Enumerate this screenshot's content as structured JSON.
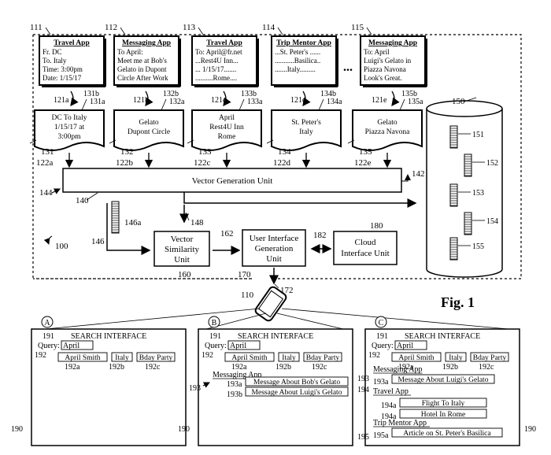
{
  "apps": [
    {
      "ref": "111",
      "title": "Travel App",
      "lines": [
        "Fr.        DC",
        "To.        Italy",
        "Time:    3:00pm",
        "Date:    1/15/17"
      ]
    },
    {
      "ref": "112",
      "title": "Messaging App",
      "lines": [
        "To April:",
        "Meet me at Bob's",
        "Gelato in Dupont",
        "Circle After Work"
      ]
    },
    {
      "ref": "113",
      "title": "Travel App",
      "lines": [
        "To: April@fr.net",
        "...Rest4U Inn...",
        "... 1/15/17.......",
        "..........Rome...."
      ]
    },
    {
      "ref": "114",
      "title": "Trip Mentor App",
      "lines": [
        "...St. Peter's ......",
        "...........Basilica..",
        ".......Italy........."
      ]
    },
    {
      "ref": "115",
      "title": "Messaging App",
      "lines": [
        "To: April",
        "Luigi's Gelato in",
        "Piazza Navona",
        "Look's Great."
      ]
    }
  ],
  "ellipsis": "...",
  "docs": [
    {
      "ref": "131",
      "lines": [
        "DC To Italy",
        "1/15/17 at",
        "3:00pm"
      ],
      "a": "121a",
      "b": "131b",
      "c": "131a",
      "arrow": "122a"
    },
    {
      "ref": "132",
      "lines": [
        "Gelato",
        "Dupont Circle"
      ],
      "a": "121b",
      "b": "132b",
      "c": "132a",
      "arrow": "122b"
    },
    {
      "ref": "133",
      "lines": [
        "April",
        "Rest4U Inn",
        "Rome"
      ],
      "a": "121c",
      "b": "133b",
      "c": "133a",
      "arrow": "122c"
    },
    {
      "ref": "134",
      "lines": [
        "St. Peter's",
        "Italy"
      ],
      "a": "121d",
      "b": "134b",
      "c": "134a",
      "arrow": "122d"
    },
    {
      "ref": "135",
      "lines": [
        "Gelato",
        "Piazza Navona"
      ],
      "a": "121e",
      "b": "135b",
      "c": "135a",
      "arrow": "122e"
    }
  ],
  "db": {
    "ref": "150",
    "vectors": [
      "151",
      "152",
      "153",
      "154",
      "155"
    ]
  },
  "vgu": {
    "label": "Vector Generation Unit",
    "ref": "140",
    "out": "142",
    "in": "144"
  },
  "vec146": {
    "ref": "146",
    "sub": "146a"
  },
  "vsu": {
    "lines": [
      "Vector",
      "Similarity",
      "Unit"
    ],
    "ref": "160"
  },
  "uigu": {
    "lines": [
      "User Interface",
      "Generation",
      "Unit"
    ],
    "ref": "170"
  },
  "ciu": {
    "lines": [
      "Cloud",
      "Interface Unit"
    ],
    "ref": "180"
  },
  "refs": {
    "r148": "148",
    "r162": "162",
    "r182": "182",
    "r172": "172",
    "r100": "100",
    "r110": "110"
  },
  "fig": "Fig. 1",
  "panels": [
    {
      "letter": "A",
      "ref": "190"
    },
    {
      "letter": "B",
      "ref": "190"
    },
    {
      "letter": "C",
      "ref": "190"
    }
  ],
  "search": {
    "title": "SEARCH INTERFACE",
    "query_label": "Query:",
    "query_value": "April",
    "r191": "191",
    "r192": "192",
    "r192a": "192a",
    "r192b": "192b",
    "r192c": "192c",
    "chips": [
      "April Smith",
      "Italy",
      "Bday Party"
    ]
  },
  "panelB": {
    "r193": "193",
    "group": "Messaging App",
    "items": [
      {
        "ref": "193a",
        "text": "Message About Bob's Gelato"
      },
      {
        "ref": "193b",
        "text": "Message About Luigi's Gelato"
      }
    ]
  },
  "panelC": {
    "r193": "193",
    "r194": "194",
    "r195": "195",
    "g1": "Messaging App",
    "g1items": [
      {
        "ref": "193a",
        "text": "Message About Luigi's Gelato"
      }
    ],
    "g2": "Travel App",
    "g2items": [
      {
        "ref": "194a",
        "text": "Flight To Italy"
      },
      {
        "ref": "194a",
        "text": "Hotel In Rome"
      }
    ],
    "g3": "Trip Mentor App",
    "g3items": [
      {
        "ref": "195a",
        "text": "Article on St. Peter's Basilica"
      }
    ]
  }
}
